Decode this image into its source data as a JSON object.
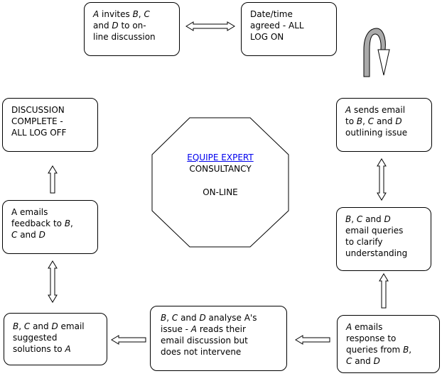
{
  "center": {
    "link": "EQUIPE EXPERT",
    "line2": "CONSULTANCY",
    "line3": "ON-LINE"
  },
  "boxes": {
    "invites": {
      "a": "A",
      "t1": " invites ",
      "b": "B",
      "t2": ", ",
      "c": "C",
      "t3": "\nand ",
      "d": "D",
      "t4": " to on-\nline discussion"
    },
    "agreed": {
      "text": "Date/time\nagreed - ALL\nLOG ON"
    },
    "sends": {
      "a": "A",
      "t1": " sends email\nto ",
      "b": "B",
      "t2": ", ",
      "c": "C",
      "t3": " and ",
      "d": "D",
      "t4": "\noutlining issue"
    },
    "queries": {
      "b": "B",
      "t1": ", ",
      "c": "C",
      "t2": " and ",
      "d": "D",
      "t3": "\nemail queries\nto clarify\nunderstanding"
    },
    "response": {
      "a": "A",
      "t1": " emails\nresponse to\nqueries from ",
      "b": "B",
      "t2": ",\n",
      "c": "C",
      "t3": " and ",
      "d": "D"
    },
    "analyse": {
      "b": "B",
      "t1": ", ",
      "c": "C",
      "t2": " and ",
      "d": "D",
      "t3": " analyse A's\nissue - ",
      "a": "A",
      "t4": " reads their\nemail discussion but\ndoes not intervene"
    },
    "suggest": {
      "b": "B",
      "t1": ", ",
      "c": "C",
      "t2": " and ",
      "d": "D",
      "t3": " email\nsuggested\nsolutions to ",
      "a": "A"
    },
    "feedback": {
      "t1": "A emails\nfeedback to ",
      "b": "B",
      "t2": ",\n",
      "c": "C",
      "t3": " and ",
      "d": "D"
    },
    "complete": {
      "text": "DISCUSSION\nCOMPLETE -\nALL LOG OFF"
    }
  },
  "colors": {
    "arrow_fill": "#ffffff",
    "stroke": "#000000",
    "curved_arrow_shade": "#aaaaaa",
    "link": "#0000ee"
  }
}
